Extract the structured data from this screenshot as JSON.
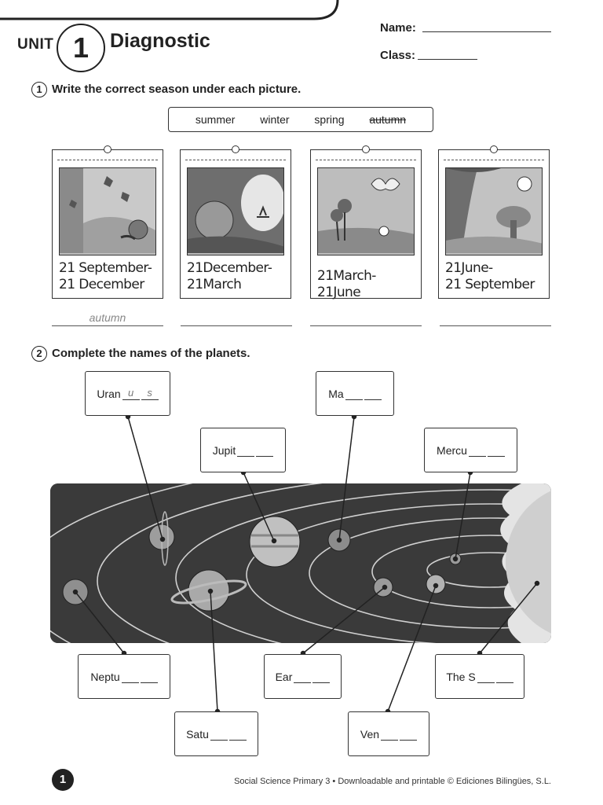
{
  "header": {
    "unit_word": "UNIT",
    "unit_number": "1",
    "title": "Diagnostic",
    "name_label": "Name:",
    "class_label": "Class:"
  },
  "exercise1": {
    "number": "1",
    "instruction": "Write the correct season under each picture.",
    "word_bank": [
      "summer",
      "winter",
      "spring",
      "autumn"
    ],
    "cards": [
      {
        "line1": "21 September-",
        "line2": "21 December",
        "answer": "autumn"
      },
      {
        "line1": "21December-",
        "line2": "21March",
        "answer": ""
      },
      {
        "line1": "21March-21June",
        "line2": "",
        "answer": ""
      },
      {
        "line1": "21June-",
        "line2": "21 September",
        "answer": ""
      }
    ]
  },
  "exercise2": {
    "number": "2",
    "instruction": "Complete the names of the planets.",
    "labels": {
      "uranus": {
        "stem": "Uran",
        "b1": "u",
        "b2": "s"
      },
      "mars": {
        "stem": "Ma",
        "b1": "",
        "b2": ""
      },
      "jupiter": {
        "stem": "Jupit",
        "b1": "",
        "b2": ""
      },
      "mercury": {
        "stem": "Mercu",
        "b1": "",
        "b2": ""
      },
      "neptune": {
        "stem": "Neptu",
        "b1": "",
        "b2": ""
      },
      "earth": {
        "stem": "Ear",
        "b1": "",
        "b2": ""
      },
      "sun": {
        "stem": "The S",
        "b1": "",
        "b2": ""
      },
      "saturn": {
        "stem": "Satu",
        "b1": "",
        "b2": ""
      },
      "venus": {
        "stem": "Ven",
        "b1": "",
        "b2": ""
      }
    }
  },
  "footer": {
    "page_number": "1",
    "credit": "Social Science Primary 3 • Downloadable and printable © Ediciones Bilingües, S.L."
  }
}
